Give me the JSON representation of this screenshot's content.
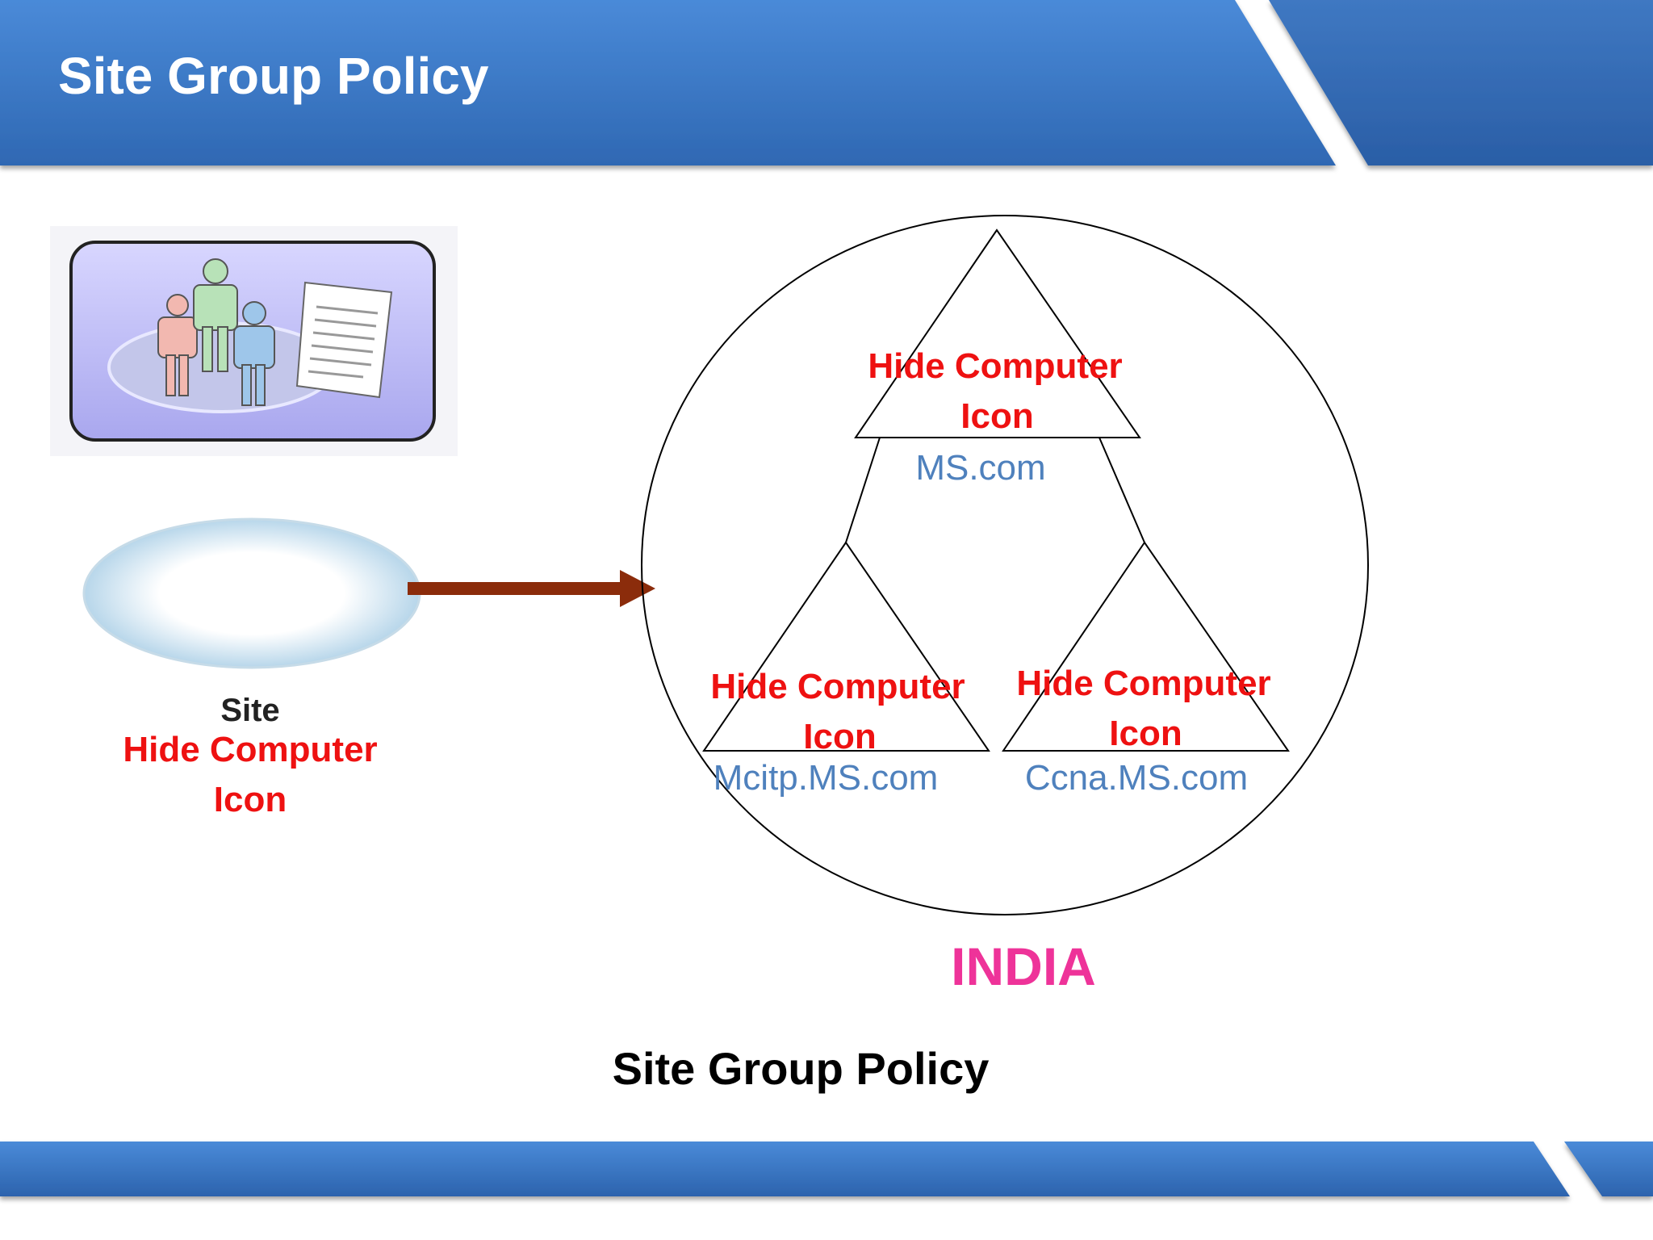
{
  "header": {
    "title": "Site Group Policy"
  },
  "site": {
    "label": "Site",
    "policy_line1": "Hide Computer",
    "policy_line2": "Icon"
  },
  "domains": [
    {
      "name": "MS.com",
      "policy_line1": "Hide Computer",
      "policy_line2": "Icon"
    },
    {
      "name": "Mcitp.MS.com",
      "policy_line1": "Hide Computer",
      "policy_line2": "Icon"
    },
    {
      "name": "Ccna.MS.com",
      "policy_line1": "Hide Computer",
      "policy_line2": "Icon"
    }
  ],
  "country": "INDIA",
  "caption": "Site Group Policy",
  "colors": {
    "header_blue": "#3c7bc7",
    "policy_red": "#ee1111",
    "domain_blue": "#4f81bd",
    "country_pink": "#ee3399",
    "arrow_brown": "#8b2c0b"
  },
  "icons": {
    "group_icon": "group-of-users-with-document-icon",
    "site_icon": "site-ellipse-icon"
  }
}
